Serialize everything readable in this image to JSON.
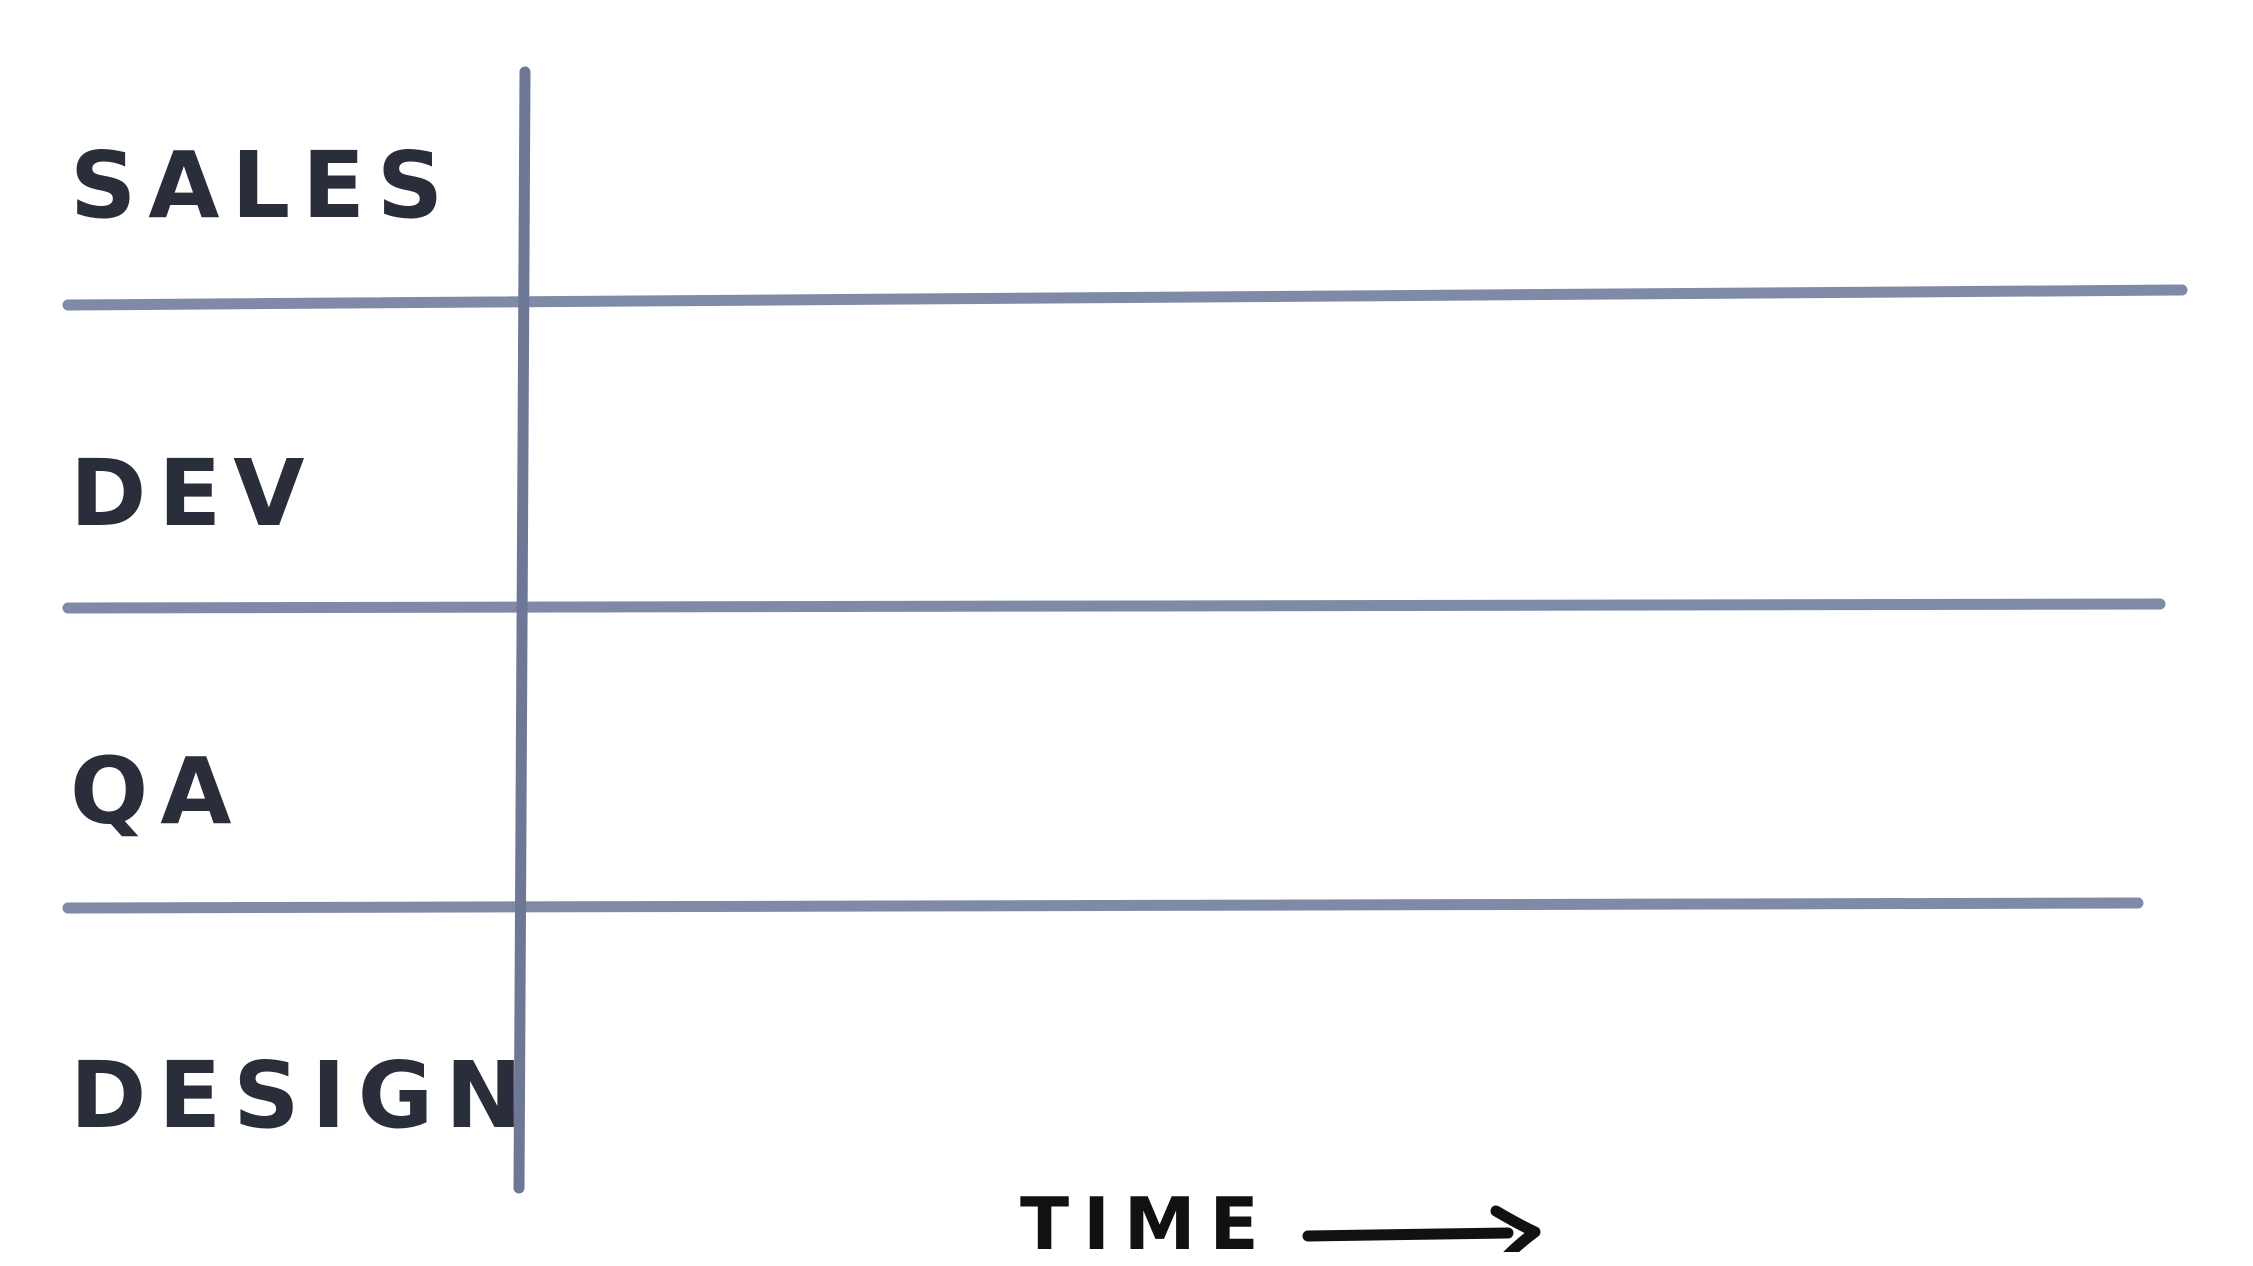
{
  "colors": {
    "grid_line": "#7F8AA6",
    "vertical_line": "#6E7894",
    "lane_text": "#2A2D3A",
    "axis_text": "#111111"
  },
  "lanes": [
    {
      "label": "SALES"
    },
    {
      "label": "DEV"
    },
    {
      "label": "QA"
    },
    {
      "label": "DESIGN"
    }
  ],
  "axis": {
    "label": "TIME"
  }
}
